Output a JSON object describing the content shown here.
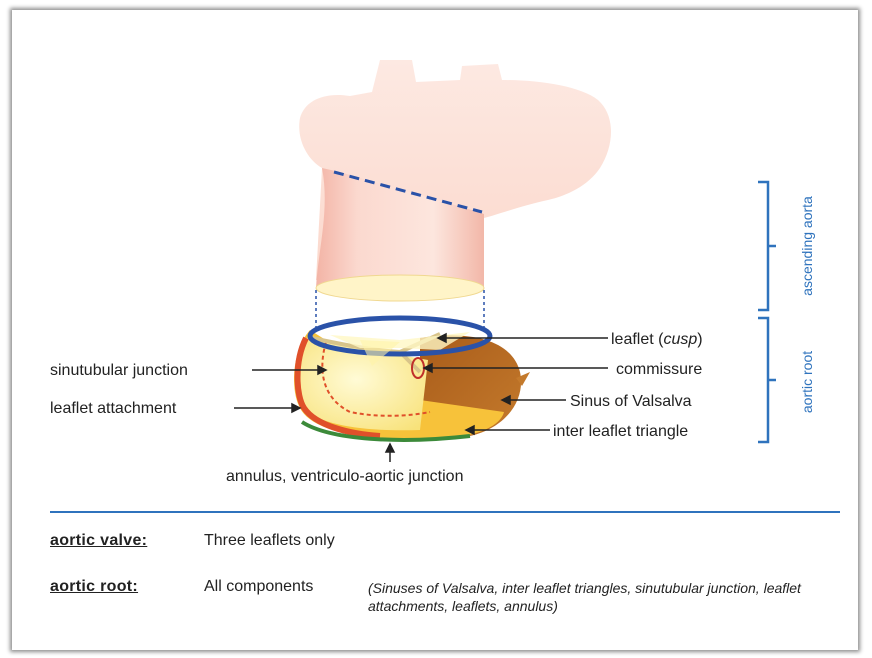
{
  "labels": {
    "leaflet_prefix": "leaflet (",
    "leaflet_cusp": "cusp",
    "leaflet_suffix": ")",
    "commissure": "commissure",
    "sinus_of_valsalva": "Sinus of Valsalva",
    "inter_leaflet_triangle": "inter leaflet triangle",
    "sinutubular_junction": "sinutubular junction",
    "leaflet_attachment": "leaflet attachment",
    "annulus": "annulus, ventriculo-aortic junction"
  },
  "brackets": {
    "ascending_aorta": "ascending aorta",
    "aortic_root": "aortic root"
  },
  "definitions": [
    {
      "term": "aortic valve:",
      "text": "Three leaflets only",
      "note": ""
    },
    {
      "term": "aortic root:",
      "text": "All components",
      "note": "(Sinuses of Valsalva, inter leaflet triangles, sinutubular junction, leaflet attachments, leaflets, annulus)"
    }
  ],
  "colors": {
    "accent_blue": "#2f73bd",
    "ring_blue": "#2a52a8",
    "leaflet_yellow": "#fff3a8",
    "sinus_brown": "#b86a20",
    "attachment_red": "#e0502a",
    "annulus_green": "#3c8a3a",
    "aorta_pink": "#f6c9bd"
  }
}
